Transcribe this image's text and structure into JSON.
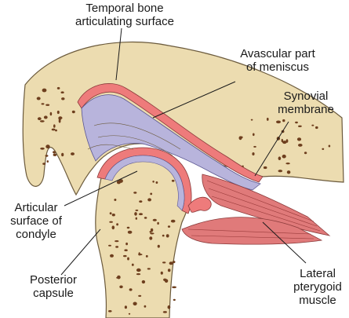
{
  "diagram": {
    "labels": {
      "temporal_bone": [
        "Temporal bone",
        "articulating surface"
      ],
      "avascular_meniscus": [
        "Avascular part",
        "of meniscus"
      ],
      "synovial_membrane": [
        "Synovial",
        "membrane"
      ],
      "articular_condyle": [
        "Articular",
        "surface of",
        "condyle"
      ],
      "posterior_capsule": [
        "Posterior",
        "capsule"
      ],
      "lateral_pterygoid": [
        "Lateral",
        "pterygoid",
        "muscle"
      ]
    },
    "colors": {
      "bone": "#ecdcb0",
      "bone_outline": "#6b5a3c",
      "spongy_bone_dots": "#6e3f1e",
      "articular_cartilage": "#ee7b7b",
      "meniscus_disc": "#b8b4dc",
      "muscle": "#e07a7a",
      "leader_line": "#1a1a1a"
    }
  }
}
